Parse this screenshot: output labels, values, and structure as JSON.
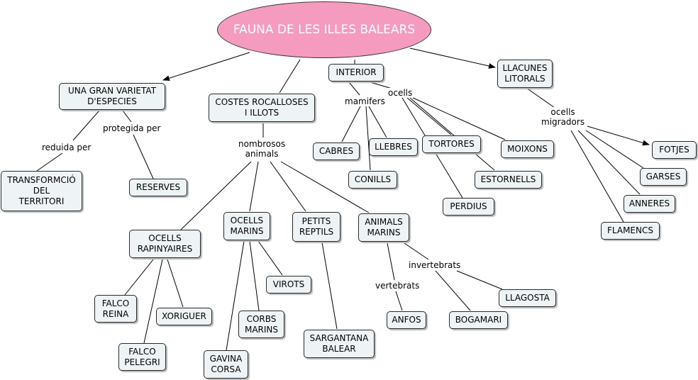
{
  "root": "FAUNA DE LES ILLES BALEARS",
  "nodes": {
    "varietat": "UNA GRAN VARIETAT\nD'ESPECIES",
    "costes": "COSTES ROCALLOSES\nI ILLOTS",
    "interior": "INTERIOR",
    "llacunes": "LLACUNES\nLITORALS",
    "transformacio": "TRANSFORMCIÓ\nDEL\nTERRITORI",
    "reserves": "RESERVES",
    "cabres": "CABRES",
    "llebres": "LLEBRES",
    "conills": "CONILLS",
    "tortores": "TORTORES",
    "moixons": "MOIXONS",
    "estornells": "ESTORNELLS",
    "perdius": "PERDIUS",
    "fotjes": "FOTJES",
    "garses": "GARSES",
    "anneres": "ANNERES",
    "flamencs": "FLAMENCS",
    "ocells_rapinyaires": "OCELLS\nRAPINYAIRES",
    "ocells_marins": "OCELLS\nMARINS",
    "petits_reptils": "PETITS\nREPTILS",
    "animals_marins": "ANIMALS\nMARINS",
    "falco_reina": "FALCO\nREINA",
    "xoriguer": "XORIGUER",
    "falco_pelegri": "FALCO\nPELEGRI",
    "virots": "VIROTS",
    "corbs_marins": "CORBS\nMARINS",
    "gavina_corsa": "GAVINA\nCORSA",
    "sargantana": "SARGANTANA\nBALEAR",
    "anfos": "ANFOS",
    "bogamari": "BOGAMARI",
    "llagosta": "LLAGOSTA"
  },
  "labels": {
    "reduida_per": "reduida per",
    "protegida_per": "protegida per",
    "nombrosos_animals": "nombrosos\nanimals",
    "mamifers": "mamifers",
    "ocells": "ocells",
    "ocells_migradors": "ocells\nmigradors",
    "vertebrats": "vertebrats",
    "invertebrats": "invertebrats"
  }
}
